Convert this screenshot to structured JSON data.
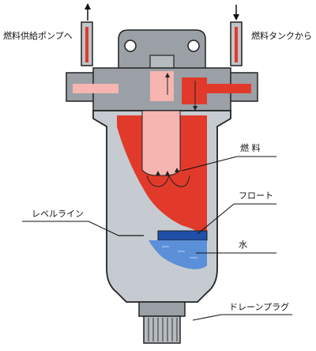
{
  "labels": {
    "to_pump": "燃料供給ポンプへ",
    "from_tank": "燃料タンクから",
    "fuel": "燃 料",
    "float": "フロート",
    "water": "水",
    "level_line": "レベルライン",
    "drain_plug": "ドレーンプラグ"
  },
  "colors": {
    "fuel_red": "#e23a2a",
    "fuel_light": "#f6b5b0",
    "water_blue": "#5b8fd8",
    "float_blue": "#1f4fa8",
    "housing_gray": "#9aa0a6",
    "glass_gray": "#c6cbd1",
    "outline": "#222222"
  },
  "icons": [
    "arrow-up-icon",
    "arrow-down-icon"
  ]
}
